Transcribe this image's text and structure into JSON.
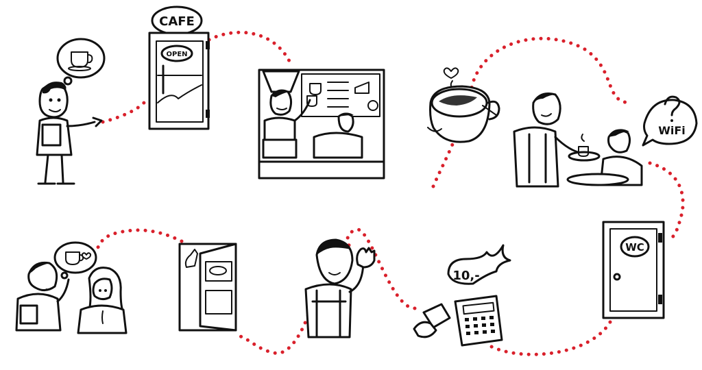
{
  "colors": {
    "path": "#d9202b",
    "ink": "#111111",
    "paper": "#ffffff",
    "steam": "#8a6a4a"
  },
  "labels": {
    "cafe_sign": "CAFE",
    "open_sign": "OPEN",
    "wifi": "WiFi",
    "wc": "WC",
    "price": "10,-"
  },
  "icons": [
    "thought-bubble-cup-icon",
    "cafe-door-icon",
    "coffee-counter-icon",
    "coffee-cup-heart-icon",
    "barista-serving-icon",
    "wifi-speech-icon",
    "wc-door-icon",
    "payment-terminal-icon",
    "waving-barista-icon",
    "exit-door-icon",
    "couple-talking-icon"
  ]
}
